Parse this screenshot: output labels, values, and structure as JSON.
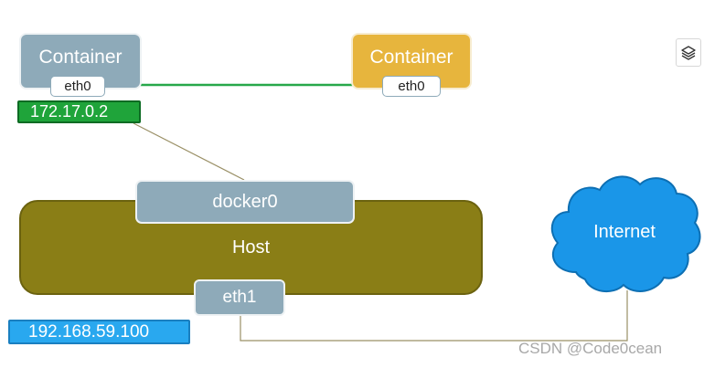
{
  "diagram": {
    "container_left": {
      "label": "Container",
      "port": "eth0"
    },
    "container_right": {
      "label": "Container",
      "port": "eth0"
    },
    "container_ip": "172.17.0.2",
    "bridge": {
      "label": "docker0"
    },
    "host": {
      "label": "Host"
    },
    "host_port": {
      "label": "eth1"
    },
    "host_ip": "192.168.59.100",
    "internet": {
      "label": "Internet"
    }
  },
  "toolbar": {
    "icon": "layers-icon"
  },
  "watermark": {
    "text": "CSDN @Code0cean"
  },
  "colors": {
    "container_left": "#8eaab9",
    "container_right": "#e7b53d",
    "host": "#8a7e16",
    "ip_green": "#1fa43a",
    "ip_blue": "#29a8ef",
    "cloud": "#1a96e8",
    "link_green": "#27a84a",
    "link_olive": "#9a9066"
  }
}
